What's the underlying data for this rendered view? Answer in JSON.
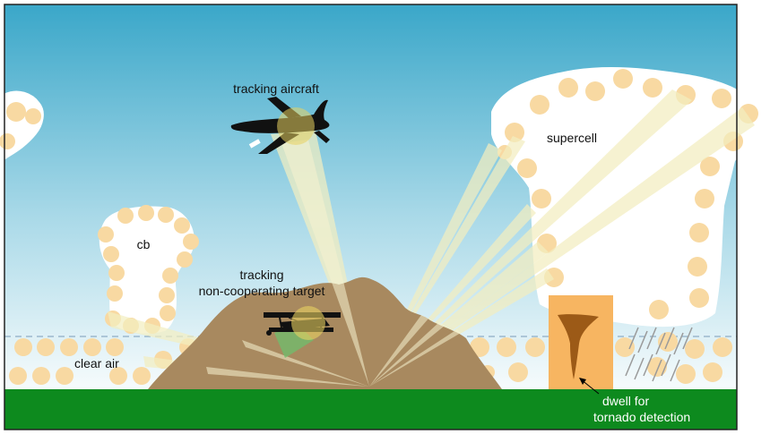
{
  "labels": {
    "tracking_aircraft": "tracking aircraft",
    "supercell": "supercell",
    "cb": "cb",
    "tracking_line1": "tracking",
    "tracking_line2": "non-cooperating target",
    "clear_air": "clear air",
    "dwell_line1": "dwell for",
    "dwell_line2": "tornado detection"
  },
  "colors": {
    "sky_top": "#3aa7c9",
    "sky_bottom": "#f4fafc",
    "ground": "#0d8a1e",
    "mountain": "#a8895f",
    "cloud_ball": "#f8d9a2",
    "beam": "#f3eec0",
    "dwell_box": "#f7b561",
    "tornado": "#9c5a17",
    "aircraft": "#111111",
    "target_glow": "#e8d160",
    "rain": "#9a9a9a"
  }
}
